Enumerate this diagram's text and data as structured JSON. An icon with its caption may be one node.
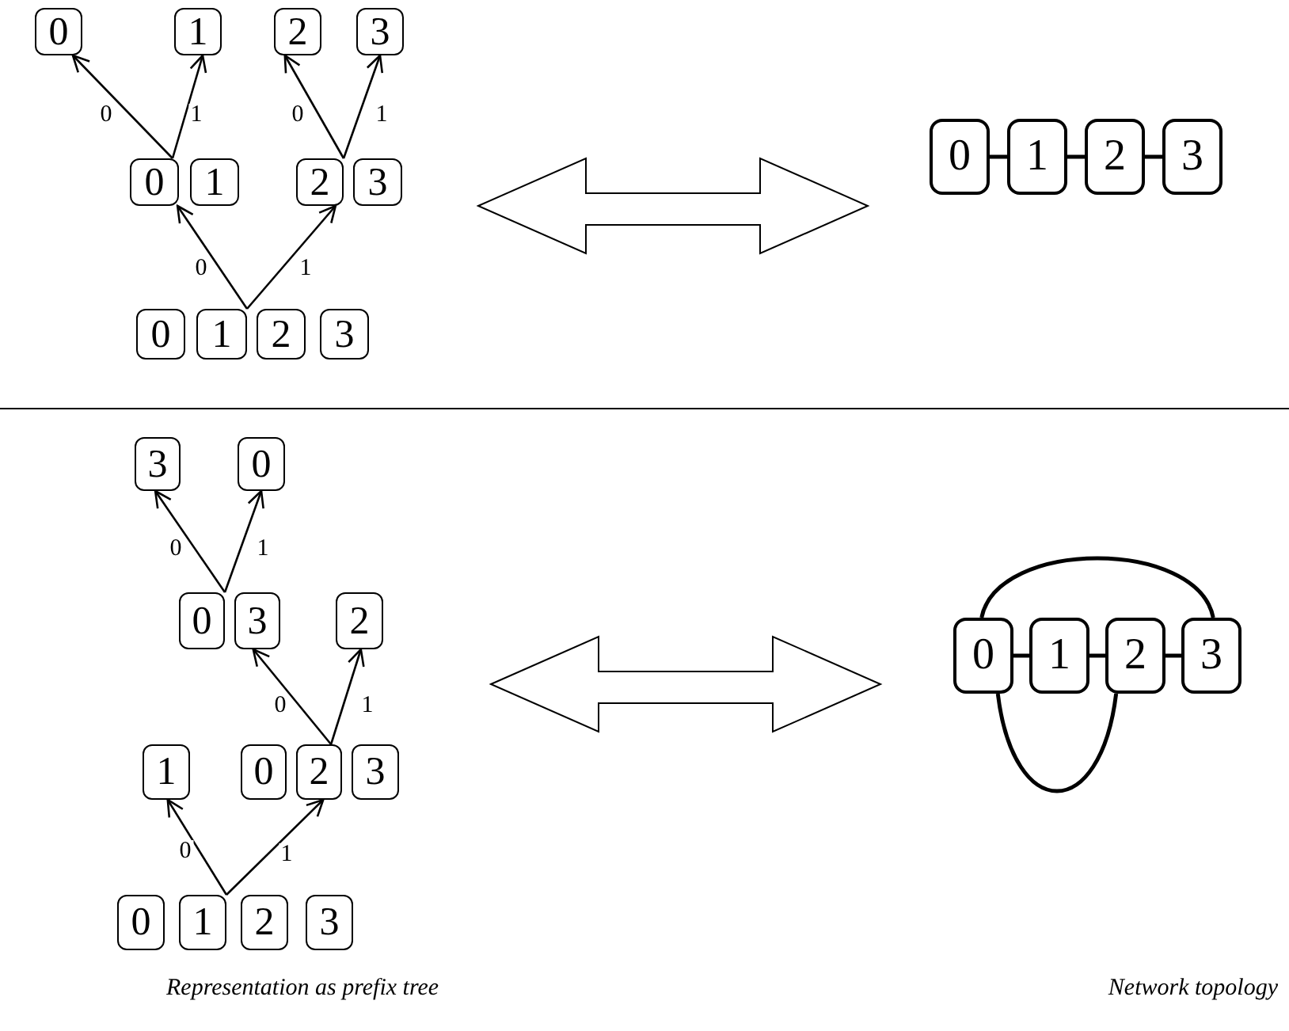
{
  "diagram": {
    "nodes": [
      {
        "text": [
          "0"
        ]
      },
      {
        "text": [
          "1"
        ]
      },
      {
        "text": [
          "2"
        ]
      },
      {
        "text": [
          "3"
        ]
      },
      {
        "text": [
          "0"
        ]
      },
      {
        "text": [
          "1"
        ]
      },
      {
        "text": [
          "2"
        ]
      },
      {
        "text": [
          "3"
        ]
      },
      {
        "text": [
          "0"
        ]
      },
      {
        "text": [
          "1"
        ]
      },
      {
        "text": [
          "2"
        ]
      },
      {
        "text": [
          "3"
        ]
      },
      {
        "text": [
          "0"
        ]
      },
      {
        "text": [
          "1"
        ]
      },
      {
        "text": [
          "2"
        ]
      },
      {
        "text": [
          "3"
        ]
      },
      {
        "text": [
          "3"
        ]
      },
      {
        "text": [
          "0"
        ]
      },
      {
        "text": [
          "0"
        ]
      },
      {
        "text": [
          "3"
        ]
      },
      {
        "text": [
          "2"
        ]
      },
      {
        "text": [
          "1"
        ]
      },
      {
        "text": [
          "0"
        ]
      },
      {
        "text": [
          "2"
        ]
      },
      {
        "text": [
          "3"
        ]
      },
      {
        "text": [
          "0"
        ]
      },
      {
        "text": [
          "1"
        ]
      },
      {
        "text": [
          "2"
        ]
      },
      {
        "text": [
          "3"
        ]
      },
      {
        "text": [
          "0"
        ]
      },
      {
        "text": [
          "1"
        ]
      },
      {
        "text": [
          "2"
        ]
      },
      {
        "text": [
          "3"
        ]
      }
    ],
    "edges": [
      {
        "from": 9,
        "to": 4,
        "arrow": "to",
        "label": "0"
      },
      {
        "from": 9,
        "to": 6,
        "arrow": "to",
        "label": "1"
      },
      {
        "from": 4,
        "to": 0,
        "arrow": "to",
        "label": "0"
      },
      {
        "from": 4,
        "to": 1,
        "arrow": "to",
        "label": "1"
      },
      {
        "from": 6,
        "to": 2,
        "arrow": "to",
        "label": "0"
      },
      {
        "from": 6,
        "to": 3,
        "arrow": "to",
        "label": "1"
      },
      {
        "from": 26,
        "to": 21,
        "arrow": "to",
        "label": "0"
      },
      {
        "from": 26,
        "to": 23,
        "arrow": "to",
        "label": "1"
      },
      {
        "from": 23,
        "to": 19,
        "arrow": "to",
        "label": "0"
      },
      {
        "from": 23,
        "to": 20,
        "arrow": "to",
        "label": "1"
      },
      {
        "from": 18,
        "to": 16,
        "arrow": "to",
        "label": "0"
      },
      {
        "from": 18,
        "to": 17,
        "arrow": "to",
        "label": "1"
      },
      {
        "from": 12,
        "to": 13,
        "arrow": "none"
      },
      {
        "from": 13,
        "to": 14,
        "arrow": "none"
      },
      {
        "from": 14,
        "to": 15,
        "arrow": "none"
      },
      {
        "from": 29,
        "to": 30,
        "arrow": "none"
      },
      {
        "from": 30,
        "to": 31,
        "arrow": "none"
      },
      {
        "from": 31,
        "to": 32,
        "arrow": "none"
      },
      {
        "from": 29,
        "to": 32,
        "arrow": "none"
      },
      {
        "from": 29,
        "to": 31,
        "arrow": "none"
      }
    ],
    "labels": [
      "Representation as prefix tree",
      "Network topology"
    ]
  }
}
